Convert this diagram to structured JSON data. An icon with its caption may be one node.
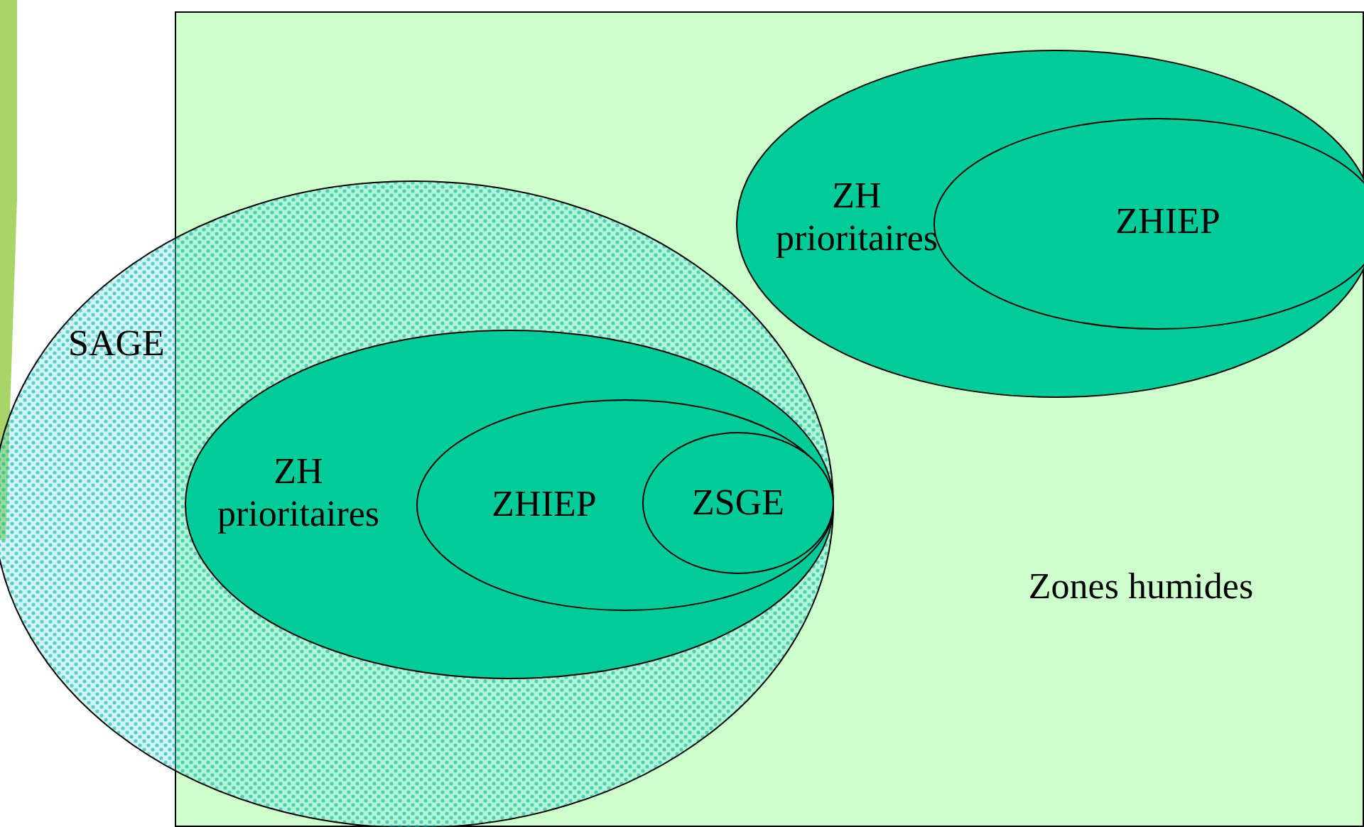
{
  "diagram": {
    "nodes": [
      {
        "text": [
          "Zones humides"
        ]
      },
      {
        "text": [
          "ZH prioritaires"
        ],
        "in": 0
      },
      {
        "text": [
          "ZHIEP"
        ],
        "in": 1
      },
      {
        "text": [
          "SAGE"
        ]
      },
      {
        "text": [
          "ZH prioritaires"
        ]
      },
      {
        "text": [
          "ZHIEP"
        ],
        "in": 4
      },
      {
        "text": [
          "ZSGE"
        ],
        "in": 5
      }
    ]
  }
}
